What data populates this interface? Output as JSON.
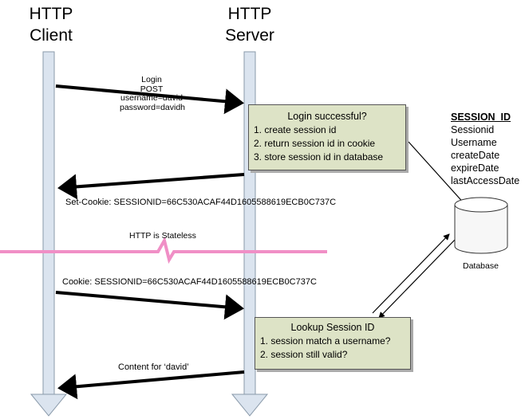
{
  "client": {
    "title_line1": "HTTP",
    "title_line2": "Client"
  },
  "server": {
    "title_line1": "HTTP",
    "title_line2": "Server"
  },
  "login_request": [
    "Login",
    "POST",
    "username=david",
    "password=davidh"
  ],
  "login_box": {
    "heading": "Login successful?",
    "steps": [
      "1. create session id",
      "2. return session id in cookie",
      "3. store session id in database"
    ]
  },
  "session_table": {
    "title": "SESSION_ID",
    "fields": [
      "Sessionid",
      "Username",
      "createDate",
      "expireDate",
      "lastAccessDate"
    ]
  },
  "database_label": "Database",
  "set_cookie": "Set-Cookie: SESSIONID=66C530ACAF44D1605588619ECB0C737C",
  "stateless_label": "HTTP is Stateless",
  "cookie_request": "Cookie: SESSIONID=66C530ACAF44D1605588619ECB0C737C",
  "lookup_box": {
    "heading": "Lookup Session ID",
    "steps": [
      "1.  session match a username?",
      "2.  session still valid?"
    ]
  },
  "content_response": "Content for ‘david’",
  "colors": {
    "lifeline": "#dbe4ef",
    "box_fill": "#dde3c6",
    "stateless_line": "#f08fc6"
  }
}
